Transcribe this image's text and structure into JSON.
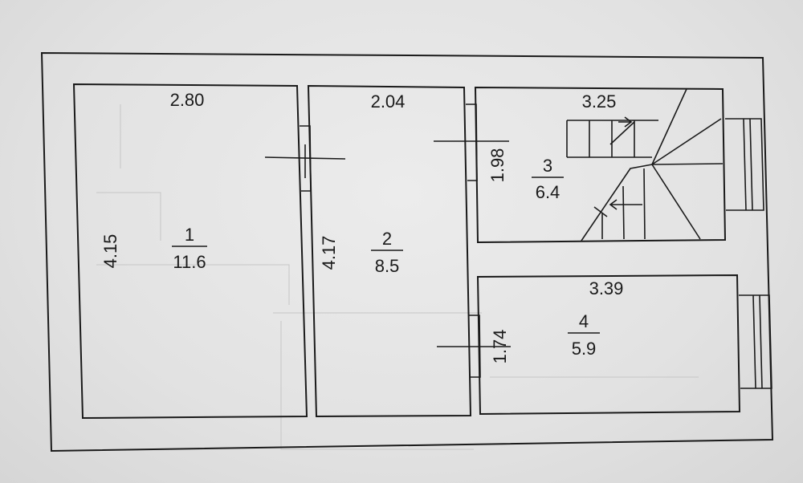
{
  "rooms": [
    {
      "number": "1",
      "area": "11.6",
      "width": "2.80",
      "length": "4.15"
    },
    {
      "number": "2",
      "area": "8.5",
      "width": "2.04",
      "length": "4.17"
    },
    {
      "number": "3",
      "area": "6.4",
      "width": "3.25",
      "length": "1.98"
    },
    {
      "number": "4",
      "area": "5.9",
      "width": "3.39",
      "length": "1.74"
    }
  ],
  "colors": {
    "line": "#1a1a1a",
    "paper": "#e4e4e4"
  }
}
